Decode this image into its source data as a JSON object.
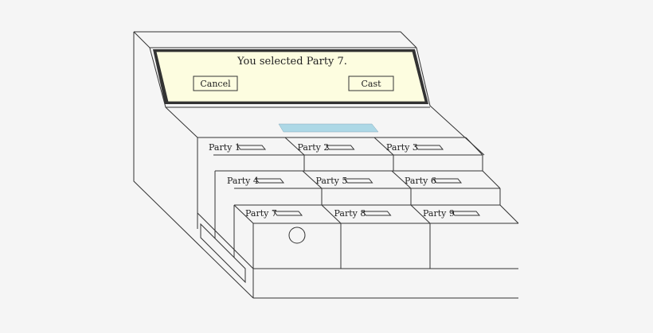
{
  "screen": {
    "message": "You selected Party 7.",
    "cancel_label": "Cancel",
    "cast_label": "Cast",
    "background_color": "#fdfde0"
  },
  "slot_color": "#add8e6",
  "parties": [
    {
      "label": "Party 1",
      "button": "1",
      "selected": false
    },
    {
      "label": "Party 2",
      "button": "2",
      "selected": false
    },
    {
      "label": "Party 3",
      "button": "3",
      "selected": false
    },
    {
      "label": "Party 4",
      "button": "4",
      "selected": false
    },
    {
      "label": "Party 5",
      "button": "5",
      "selected": false
    },
    {
      "label": "Party 6",
      "button": "6",
      "selected": false
    },
    {
      "label": "Party 7",
      "button": "7",
      "selected": true
    },
    {
      "label": "Party 8",
      "button": "8",
      "selected": false
    },
    {
      "label": "Party 9",
      "button": "9",
      "selected": false
    }
  ]
}
